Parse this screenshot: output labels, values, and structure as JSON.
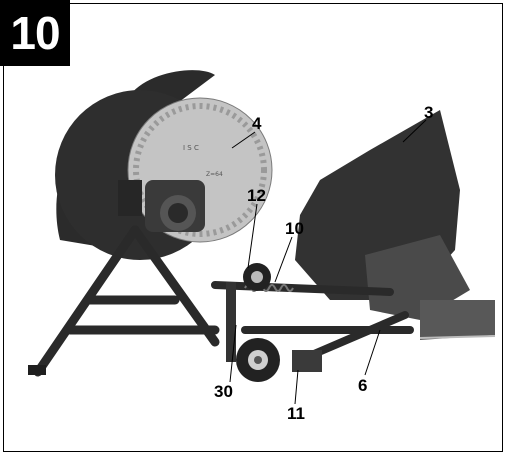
{
  "figure": {
    "number": "10"
  },
  "callouts": {
    "c4": "4",
    "c3": "3",
    "c12": "12",
    "c10": "10",
    "c30": "30",
    "c6": "6",
    "c11": "11"
  },
  "blade_text": {
    "line1": "I S C",
    "line2": "Z=64"
  },
  "colors": {
    "badge": "#000000",
    "frame": "#000000",
    "machine": "#2a2a2a",
    "blade": "#bdbdbd"
  }
}
